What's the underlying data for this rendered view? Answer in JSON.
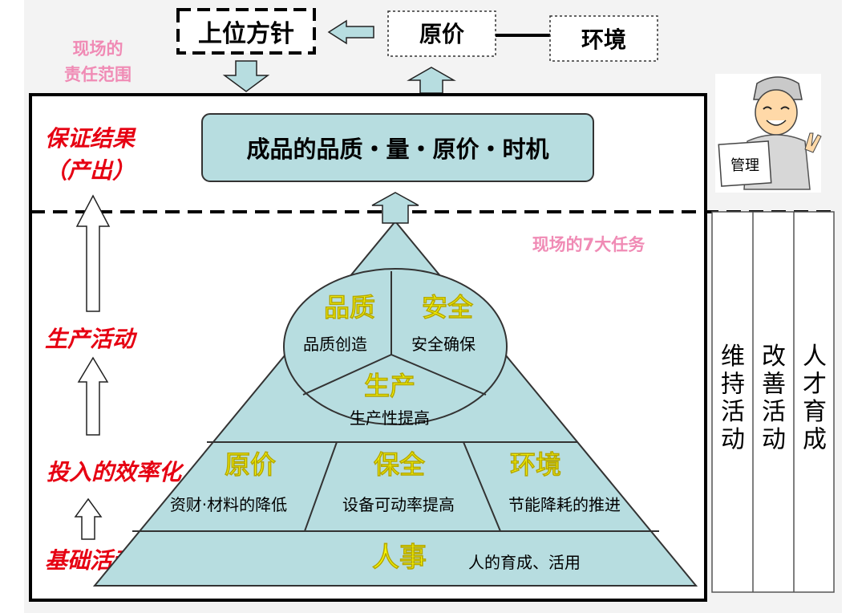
{
  "top": {
    "policy": "上位方针",
    "cost": "原价",
    "environment": "环境"
  },
  "scope_label": [
    "现场的",
    "责任范围"
  ],
  "output_box": "成品的品质・量・原价・时机",
  "left_labels": {
    "result": [
      "保证结果",
      "（产出）"
    ],
    "production": "生产活动",
    "efficiency": "投入的效率化",
    "basic": "基础活动"
  },
  "tasks_label": "现场的7大任务",
  "management_badge": "管理",
  "circle": {
    "quality": {
      "title": "品质",
      "desc": "品质创造"
    },
    "safety": {
      "title": "安全",
      "desc": "安全确保"
    },
    "production": {
      "title": "生产",
      "desc": "生产性提高"
    }
  },
  "middle_tier": {
    "cost": {
      "title": "原价",
      "desc": "资财·材料的降低"
    },
    "maintenance": {
      "title": "保全",
      "desc": "设备可动率提高"
    },
    "environment": {
      "title": "环境",
      "desc": "节能降耗的推进"
    }
  },
  "bottom_tier": {
    "title": "人事",
    "desc": "人的育成、活用"
  },
  "side_columns": [
    "维持活动",
    "改善活动",
    "人才育成"
  ],
  "colors": {
    "fill": "#b7dde0",
    "yellow": "#ffff00",
    "red": "#e60012",
    "pink": "#f08bb5"
  }
}
